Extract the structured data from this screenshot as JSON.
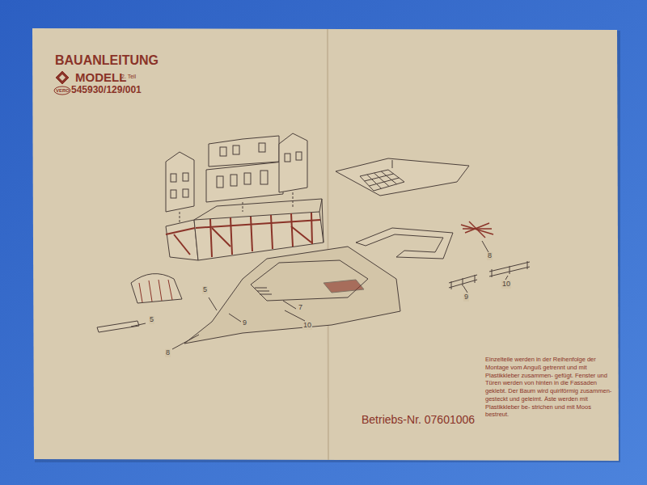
{
  "diagram": {
    "title": "BAUANLEITUNG",
    "labels": [
      "VERO",
      "MODELL",
      "2. Teil",
      "545930/129/001",
      "5",
      "5",
      "8",
      "9",
      "7",
      "10",
      "8",
      "9",
      "10",
      "Betriebs-Nr. 07601006",
      "Einzelteile werden in der Reihenfolge der Montage vom Anguß getrennt und mit Plastikkleber zusammen- gefügt. Fenster und Türen werden von hinten in die Fassaden geklebt. Der Baum wird quirlförmig zusammen- gesteckt und geleimt. Äste werden mit Plastikkleber be- strichen und mit Moos bestreut."
    ]
  }
}
